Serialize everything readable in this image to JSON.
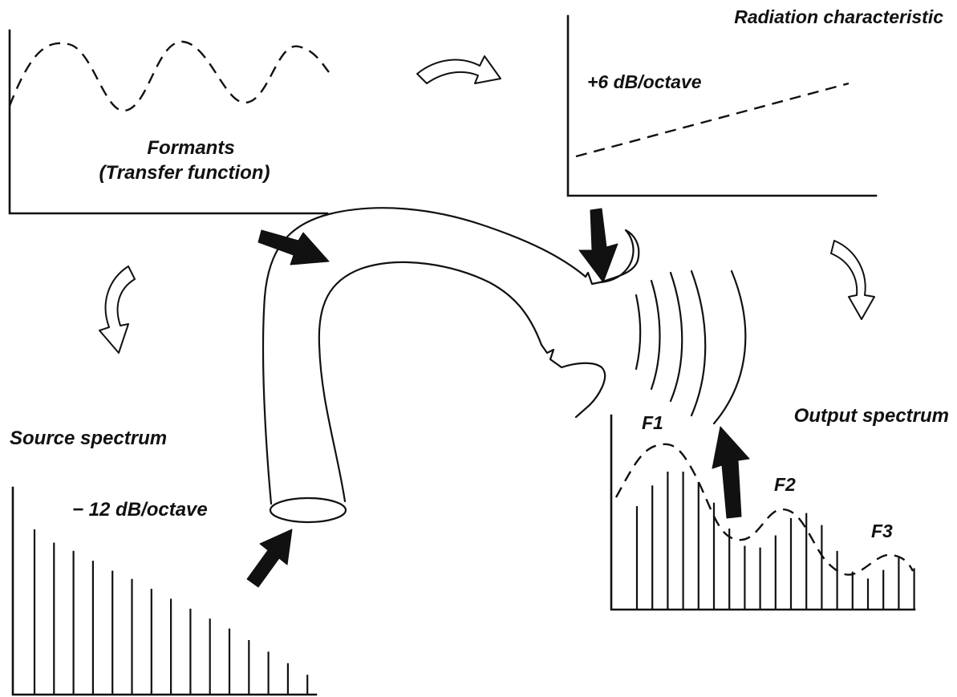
{
  "diagram": {
    "formants_panel": {
      "title_line1": "Formants",
      "title_line2": "(Transfer function)"
    },
    "radiation_panel": {
      "title": "Radiation characteristic",
      "slope_label": "+6 dB/octave"
    },
    "source_panel": {
      "title": "Source spectrum",
      "slope_label": "− 12 dB/octave",
      "bar_levels": [
        1.0,
        0.92,
        0.87,
        0.81,
        0.75,
        0.7,
        0.64,
        0.58,
        0.52,
        0.46,
        0.4,
        0.33,
        0.26,
        0.19,
        0.12
      ]
    },
    "output_panel": {
      "title": "Output spectrum",
      "peak_labels": [
        "F1",
        "F2",
        "F3"
      ],
      "bar_levels": [
        0.6,
        0.72,
        0.8,
        0.8,
        0.74,
        0.62,
        0.47,
        0.37,
        0.36,
        0.43,
        0.53,
        0.56,
        0.49,
        0.34,
        0.22,
        0.18,
        0.23,
        0.3,
        0.24
      ]
    },
    "colors": {
      "ink": "#111111",
      "paper": "#ffffff"
    }
  }
}
